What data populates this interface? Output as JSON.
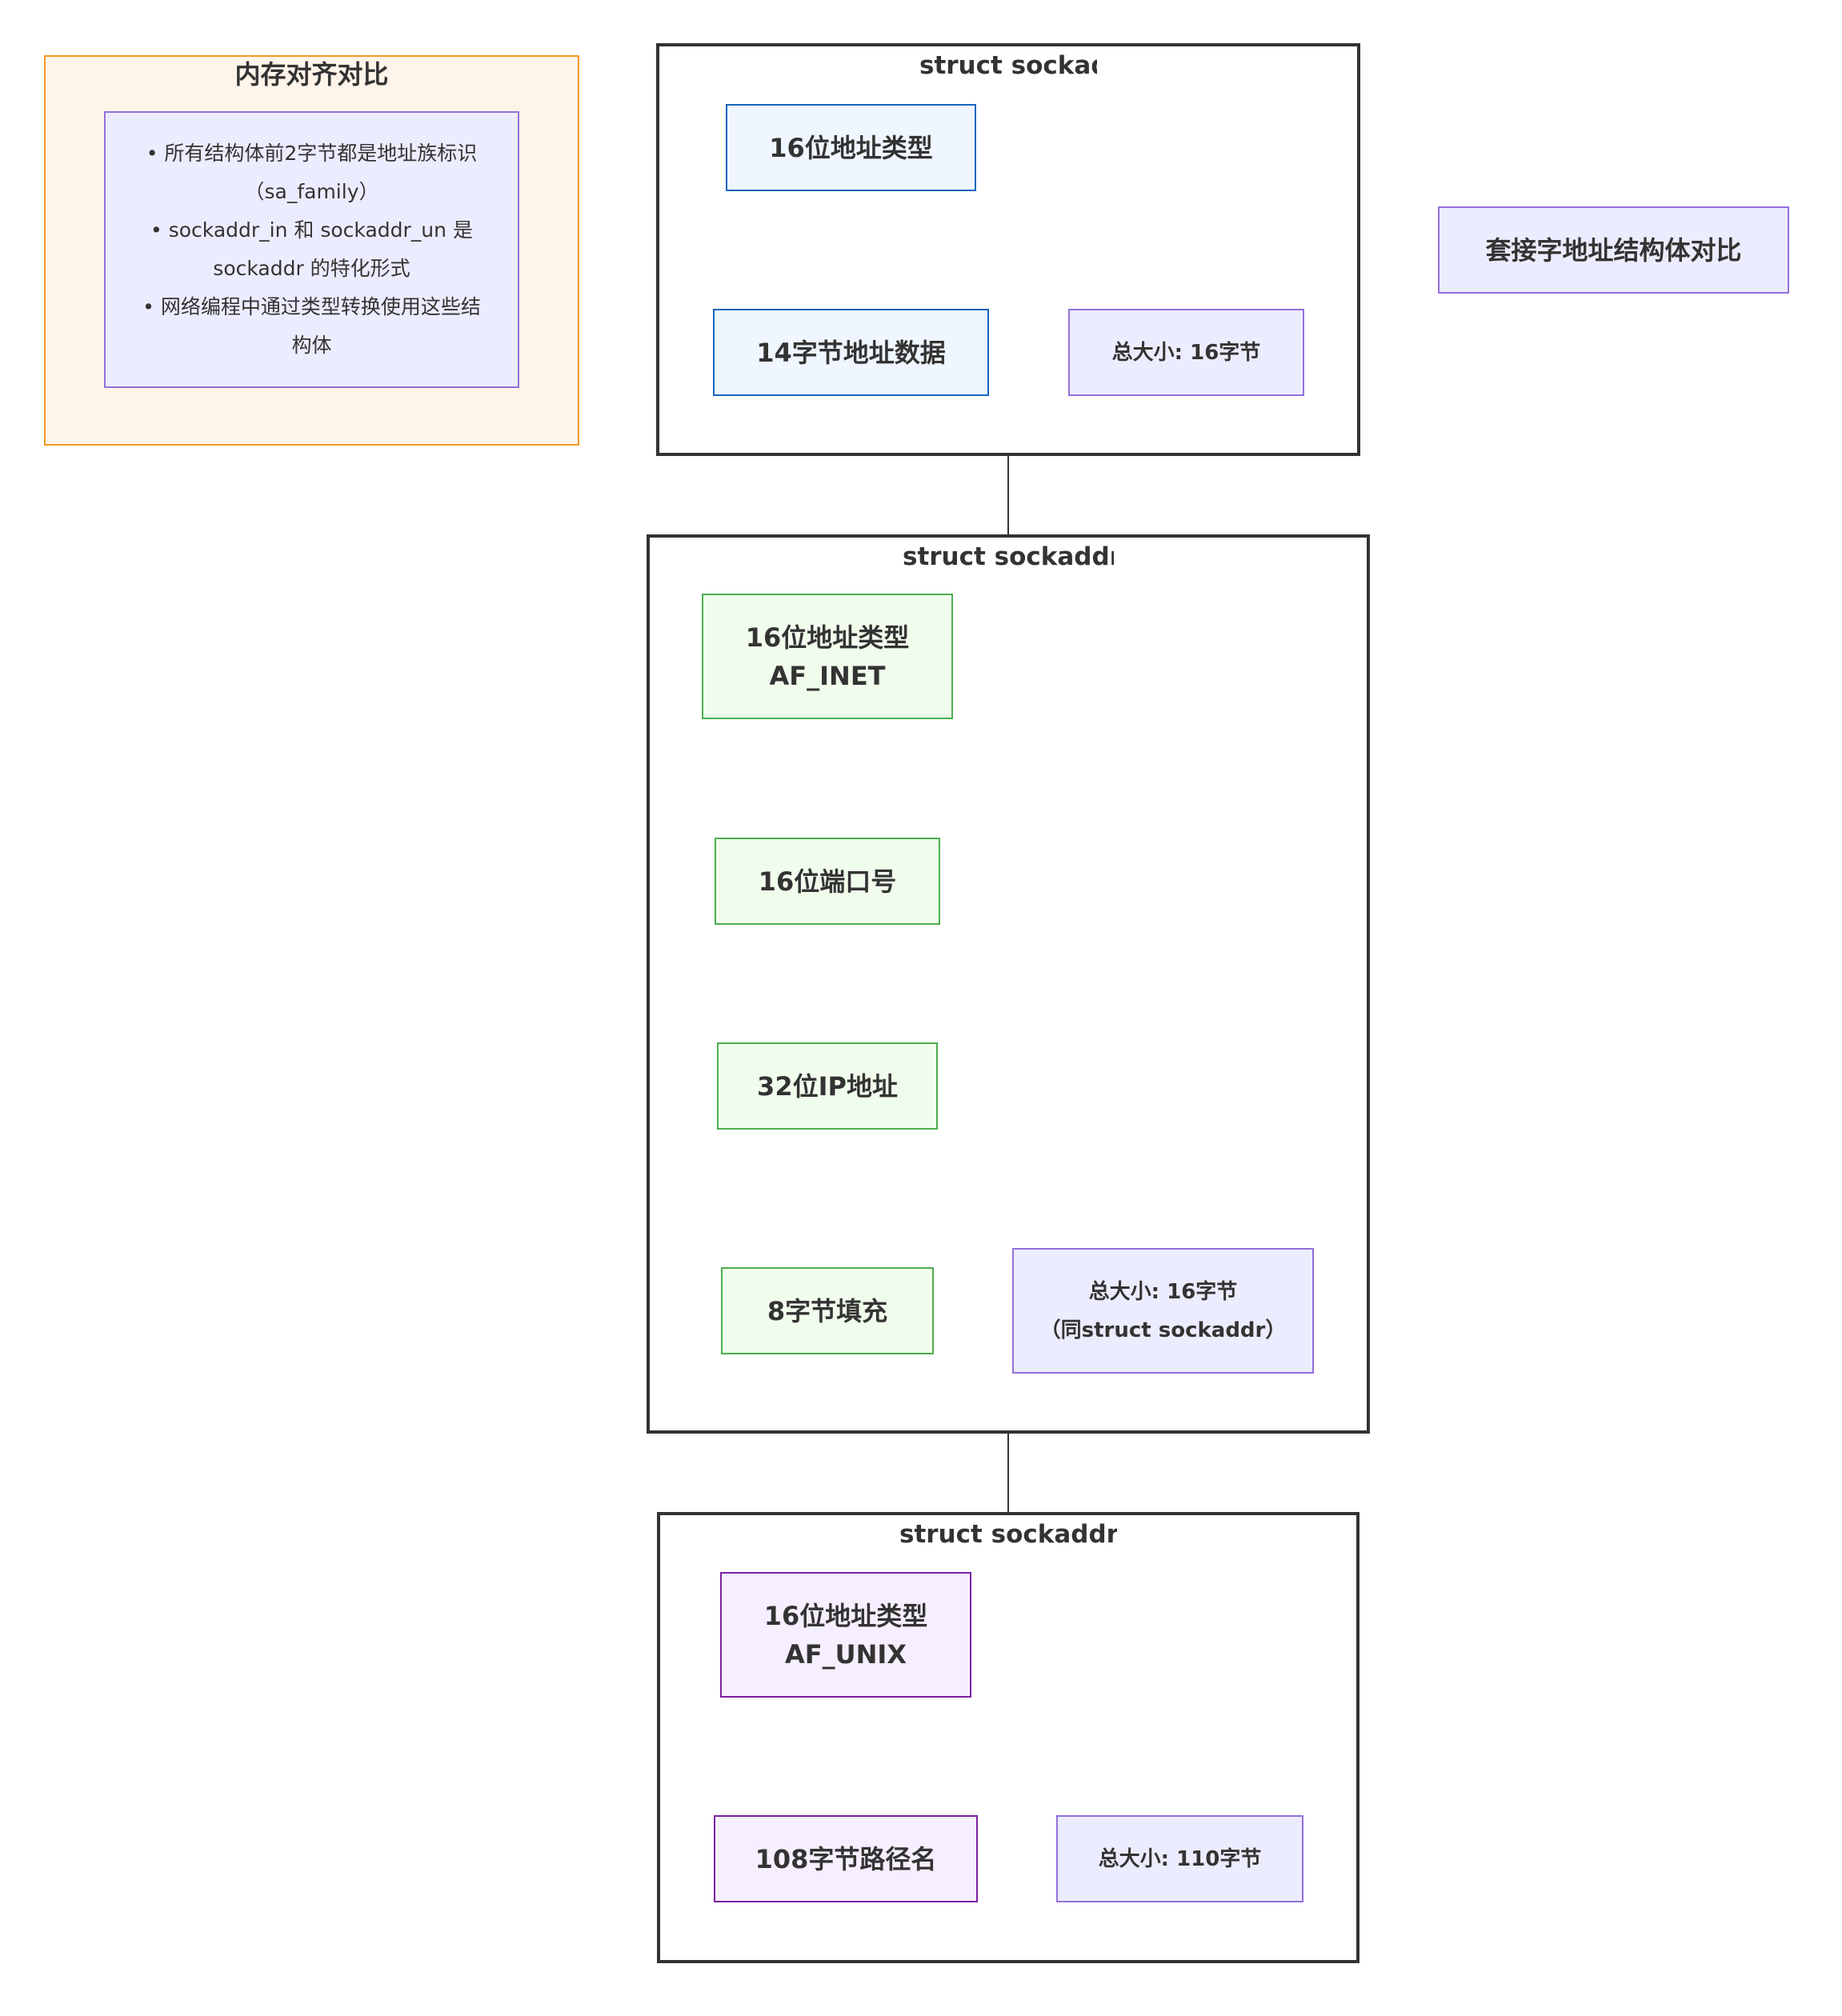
{
  "title": "套接字地址结构体对比",
  "notes": {
    "title": "内存对齐对比",
    "items": [
      "• 所有结构体前2字节都是地址族标识（sa_family）",
      "• sockaddr_in 和 sockaddr_un 是 sockaddr 的特化形式",
      "• 网络编程中通过类型转换使用这些结构体"
    ]
  },
  "sockaddr": {
    "title": "struct sockaddr",
    "family": "16位地址类型",
    "data": "14字节地址数据",
    "size": "总大小: 16字节"
  },
  "sockaddr_in": {
    "title": "struct sockaddr_in",
    "family_line1": "16位地址类型",
    "family_line2": "AF_INET",
    "port": "16位端口号",
    "ip": "32位IP地址",
    "padding": "8字节填充",
    "size_line1": "总大小: 16字节",
    "size_line2": "（同struct sockaddr）"
  },
  "sockaddr_un": {
    "title": "struct sockaddr_un",
    "family_line1": "16位地址类型",
    "family_line2": "AF_UNIX",
    "path": "108字节路径名",
    "size": "总大小: 110字节"
  }
}
